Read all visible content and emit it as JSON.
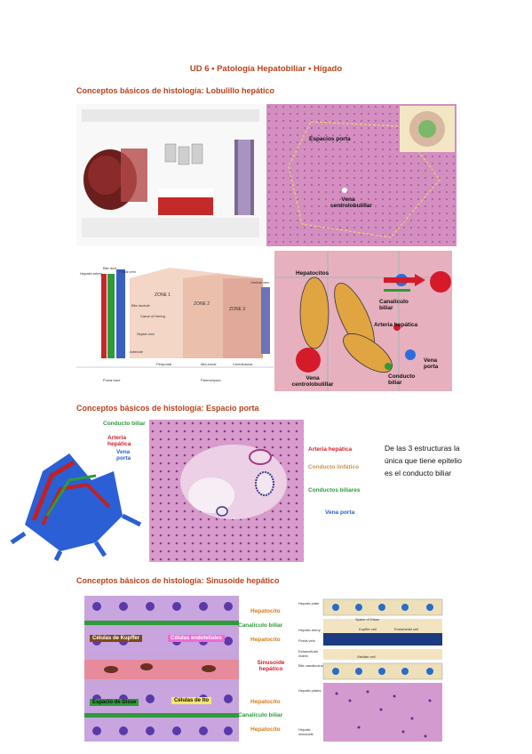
{
  "title": "UD 6 • Patología Hepatobiliar • Hígado",
  "sections": {
    "lobulillo": "Conceptos básicos de histología: Lobulillo hepático",
    "espacio_porta": "Conceptos básicos de histología: Espacio porta",
    "sinusoide": "Conceptos básicos de histología: Sinusoide hepático"
  },
  "fig1": {
    "espacios_porta": "Espacios porta",
    "vena_centrolobulillar": "Vena centrolobulillar"
  },
  "fig2": {
    "hepatic_artery": "Hepatic artery",
    "bile_duct": "Bile duct",
    "portal_vein": "Portal vein",
    "bile_ductule": "Bile ductule",
    "canal_of_hering": "Canal of Hering",
    "septal_vein": "Septal vein",
    "arteriole": "Arteriole",
    "zone1": "ZONE 1",
    "zone2": "ZONE 2",
    "zone3": "ZONE 3",
    "central_vein": "Central vein",
    "periportal": "Periportal",
    "mid_zonal": "Mid-zonal",
    "centrilobular": "Centrilobular",
    "portal_tract": "Portal tract",
    "parenchyma": "Parenchyma"
  },
  "fig3": {
    "hepatocitos": "Hepatocitos",
    "canaliculo_biliar": "Canalículo biliar",
    "arteria_hepatica": "Arteria hepática",
    "vena_porta": "Vena porta",
    "conducto_biliar": "Conducto biliar",
    "vena_centrolobulillar": "Vena centrolobulillar"
  },
  "fig4": {
    "conducto_biliar": "Conducto biliar",
    "arteria_hepatica": "Arteria hepática",
    "vena_porta": "Vena porta"
  },
  "fig5": {
    "arteria_hepatica": "Arteria hepática",
    "conducto_linfatico": "Conducto linfático",
    "conductos_biliares": "Conductos biliares",
    "vena_porta": "Vena porta"
  },
  "note": "De las 3 estructuras la única que tiene epitelio es el conducto biliar",
  "fig6": {
    "hepatocito": "Hepatocito",
    "canaliculo_biliar": "Canalículo biliar",
    "sinusoide": "Sinusoide hepático",
    "celulas_kupffer": "Células de Kupffer",
    "celulas_endoteliales": "Células endoteliales",
    "espacio_disse": "Espacio de Disse",
    "celulas_ito": "Células de Ito"
  },
  "fig7": {
    "hepatic_plate": "Hepatic plate",
    "space_of_disse": "Space of Disse",
    "kupffer_cell": "Kupffer cell",
    "endothelial_cell": "Endothelial cell",
    "hepatic_artery": "Hepatic artery",
    "portal_vein": "Portal vein",
    "extracellular_matrix": "Extracellular matrix",
    "stellate_cell": "Stellate cell",
    "bile_canaliculus": "Bile canaliculus",
    "hepatic_plates_micro": "Hepatic plates",
    "hepatic_sinusoids": "Hepatic sinusoids"
  },
  "colors": {
    "heading": "#b9411a",
    "red_label": "#d01e28",
    "green_label": "#2e9a3a",
    "blue_label": "#2a62d0",
    "histo_pink": "#d89ac8"
  }
}
